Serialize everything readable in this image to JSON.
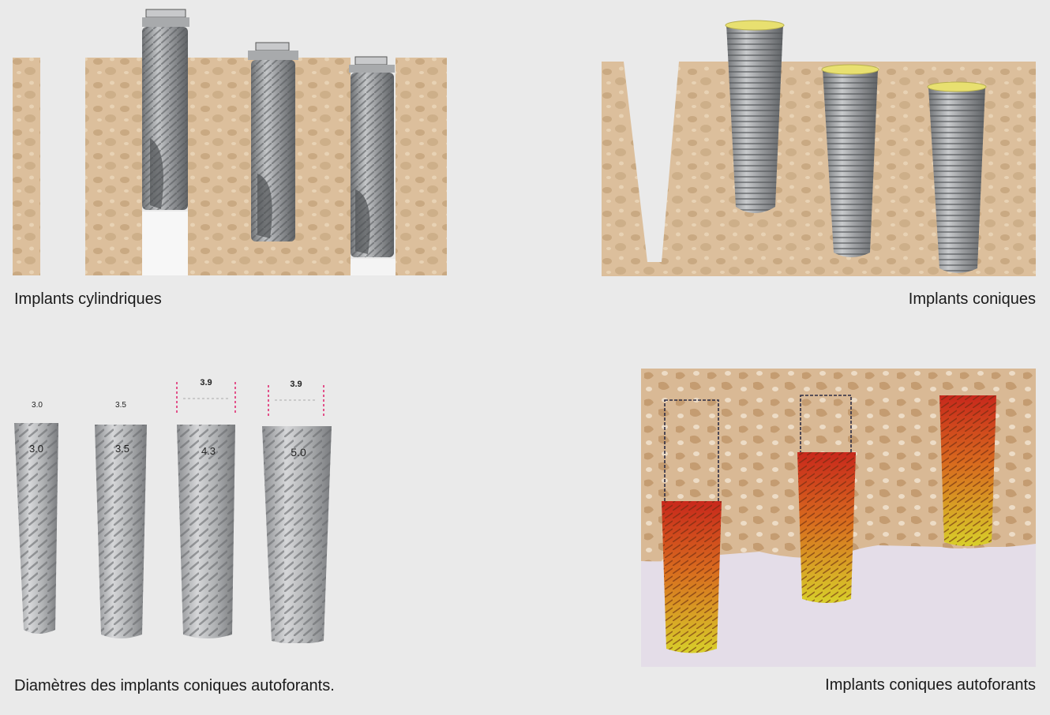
{
  "captions": {
    "cylindrical": "Implants cylindriques",
    "conical": "Implants coniques",
    "diameters": "Diamètres des implants coniques autoforants.",
    "self_tapping": "Implants coniques autoforants"
  },
  "diameter_figure": {
    "implants": [
      {
        "top_label": "3.0",
        "body_label": "3.0"
      },
      {
        "top_label": "3.5",
        "body_label": "3.5"
      },
      {
        "top_label": "3.9",
        "body_label": "4.3"
      },
      {
        "top_label": "3.9",
        "body_label": "5.0"
      }
    ]
  },
  "colors": {
    "background": "#eaeaea",
    "bone": "#dcbf9c",
    "implant": "#9a9c9f",
    "collar": "#e8e070",
    "heat_hot": "#c8281c",
    "heat_cool": "#d8cf2a",
    "soft_tissue": "#e4dde8",
    "dimension_marker": "#e0206a"
  }
}
